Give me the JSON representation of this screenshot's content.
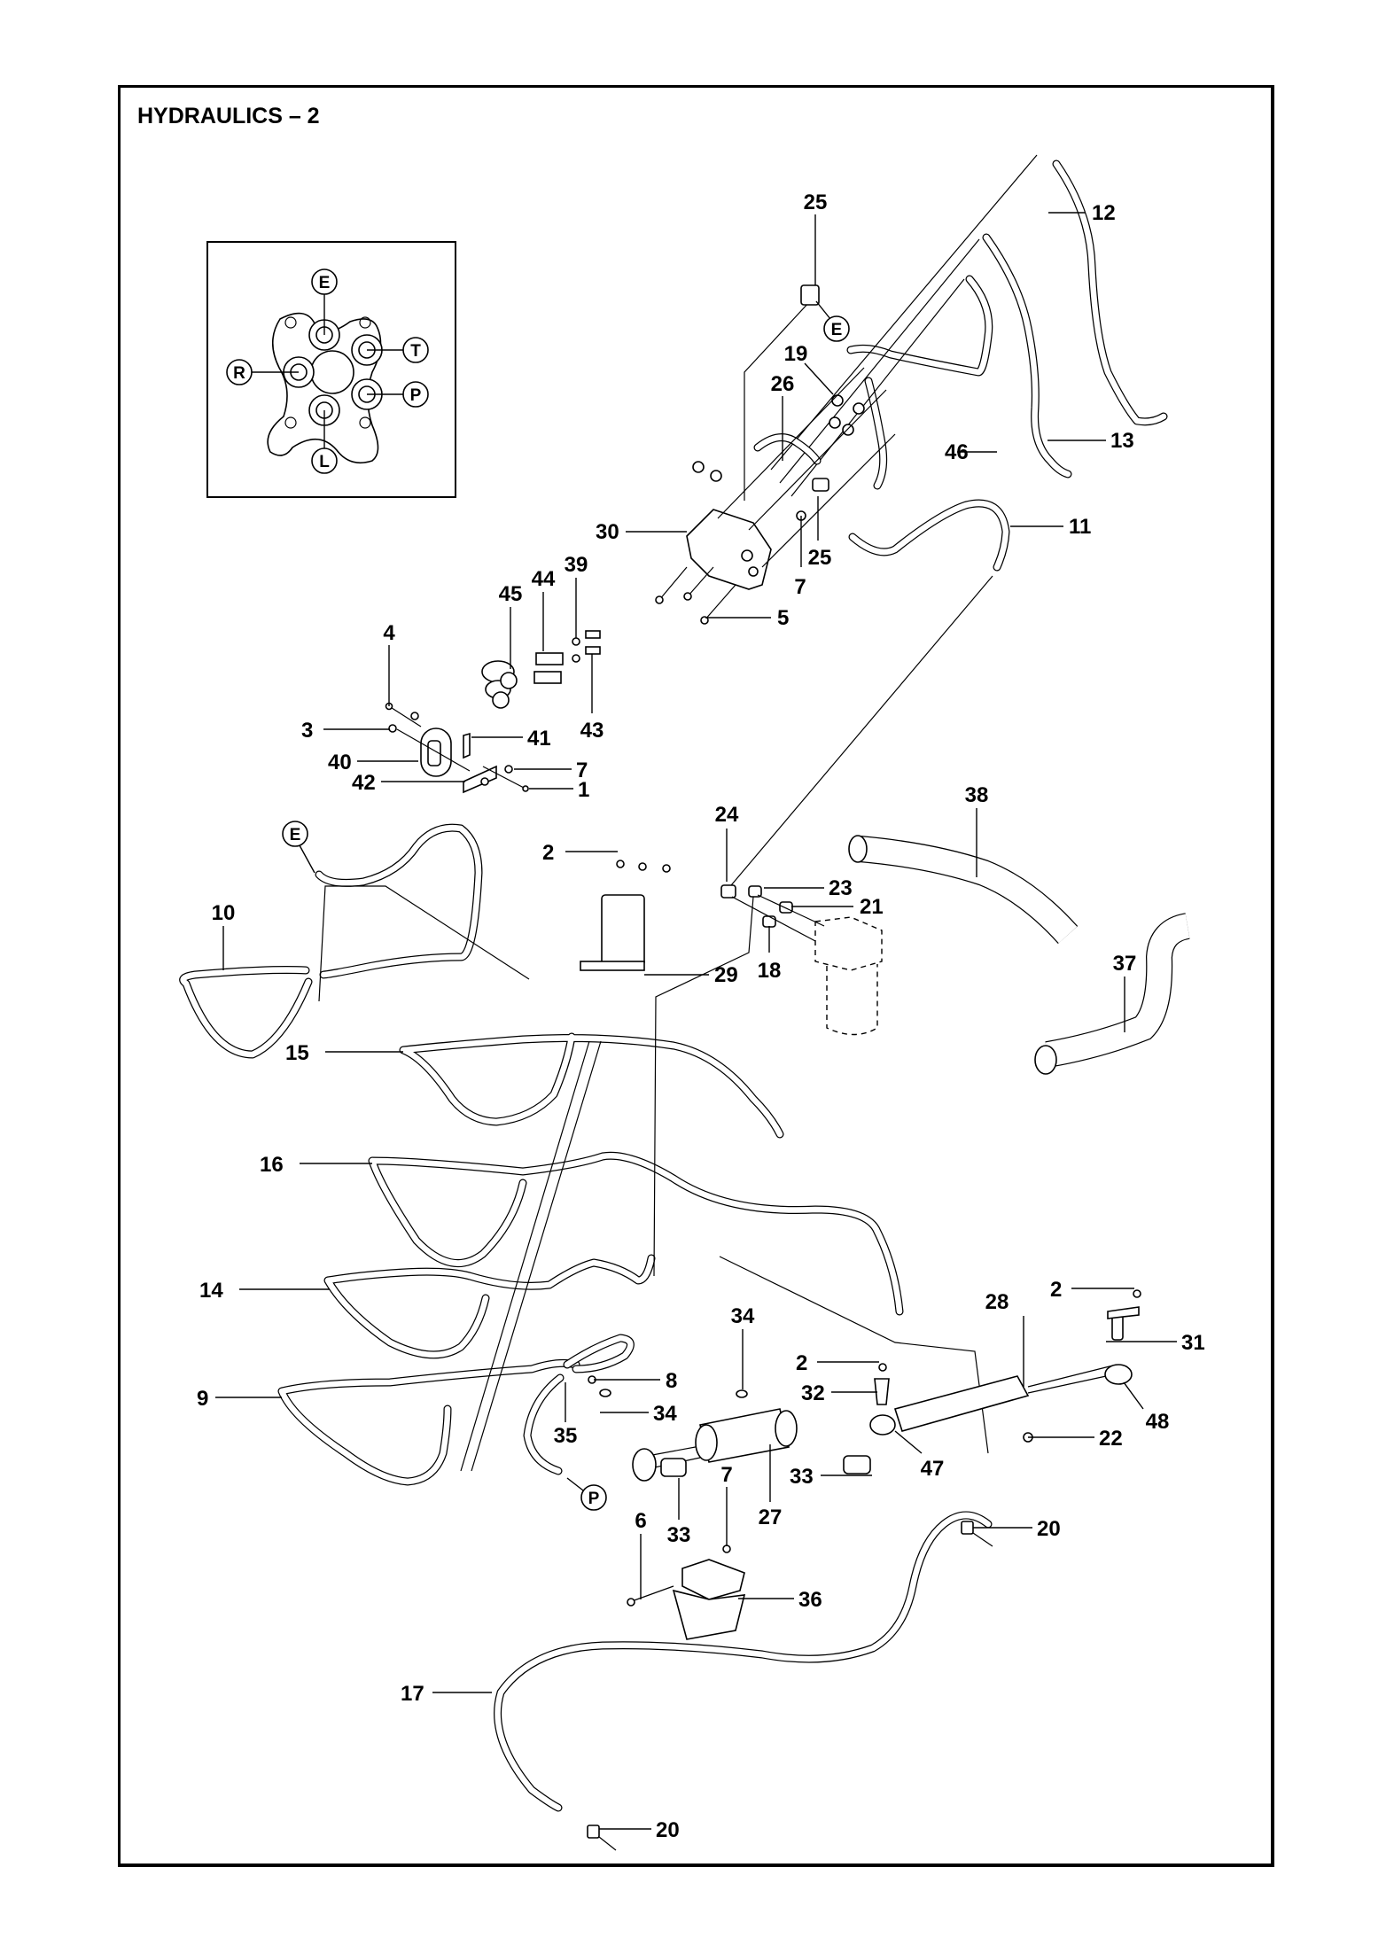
{
  "page": {
    "title": "HYDRAULICS – 2"
  },
  "inset": {
    "ports": [
      {
        "id": "port-e",
        "label": "E"
      },
      {
        "id": "port-t",
        "label": "T"
      },
      {
        "id": "port-r",
        "label": "R"
      },
      {
        "id": "port-p",
        "label": "P"
      },
      {
        "id": "port-l",
        "label": "L"
      }
    ]
  },
  "connection_markers": {
    "valve_e": "E",
    "hose10_e": "E",
    "hose9_p": "P"
  },
  "callouts": {
    "c1": "1",
    "c2a": "2",
    "c2b": "2",
    "c2c": "2",
    "c3": "3",
    "c4": "4",
    "c5": "5",
    "c6": "6",
    "c7a": "7",
    "c7b": "7",
    "c7c": "7",
    "c8": "8",
    "c9": "9",
    "c10": "10",
    "c11": "11",
    "c12": "12",
    "c13": "13",
    "c14": "14",
    "c15": "15",
    "c16": "16",
    "c17": "17",
    "c18": "18",
    "c19": "19",
    "c20a": "20",
    "c20b": "20",
    "c21": "21",
    "c22": "22",
    "c23": "23",
    "c24": "24",
    "c25a": "25",
    "c25b": "25",
    "c26": "26",
    "c27": "27",
    "c28": "28",
    "c29": "29",
    "c30": "30",
    "c31": "31",
    "c32": "32",
    "c33a": "33",
    "c33b": "33",
    "c34a": "34",
    "c34b": "34",
    "c35": "35",
    "c36": "36",
    "c37": "37",
    "c38": "38",
    "c39": "39",
    "c40": "40",
    "c41": "41",
    "c42": "42",
    "c43": "43",
    "c44": "44",
    "c45": "45",
    "c46": "46",
    "c47": "47",
    "c48": "48"
  }
}
